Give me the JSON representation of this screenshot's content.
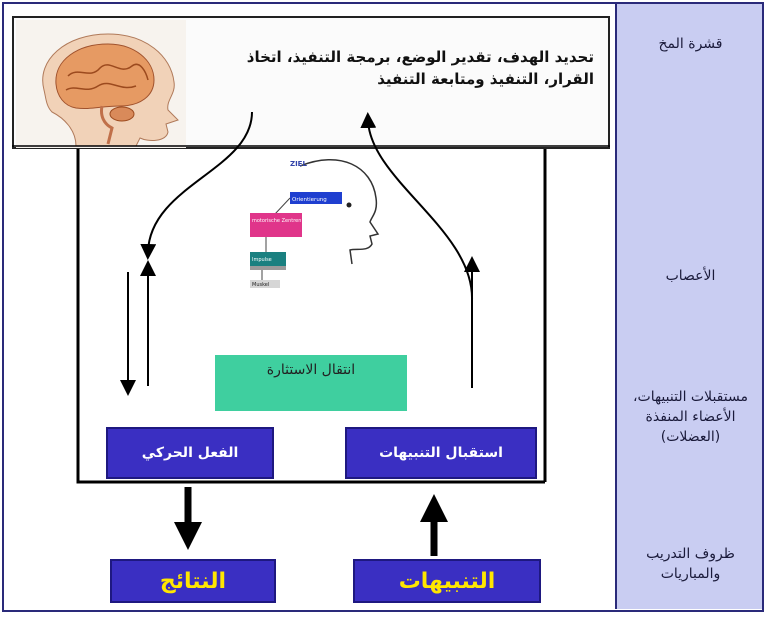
{
  "sidebar": {
    "label_cortex": "قشرة المخ",
    "label_nerves": "الأعصاب",
    "label_receptors": "مستقبلات التنبيهات، الأعضاء المنفذة (العضلات)",
    "label_conditions": "ظروف التدريب والمباريات"
  },
  "cortex": {
    "text": "تحديد الهدف، تقدير الوضع، برمجة التنفيذ، اتخاذ القرار، التنفيذ ومتابعة التنفيذ"
  },
  "center": {
    "excitation_transfer": "انتقال الاستثارة"
  },
  "boxes": {
    "motor_action": "الفعل الحركي",
    "stimulus_reception": "استقبال التنبيهات",
    "results": "النتائج",
    "stimuli": "التنبيهات"
  },
  "head_figure": {
    "goal": "ZIEL",
    "orientation": "Orientierung",
    "motor_centers": "motorische Zentren",
    "impulse": "Impulse",
    "muscle": "Muskel"
  },
  "colors": {
    "box_blue": "#3a2fc2",
    "box_yellow_text": "#ffe600",
    "sidebar": "#c9cdf2",
    "excitation_green": "#3fcf9f"
  }
}
